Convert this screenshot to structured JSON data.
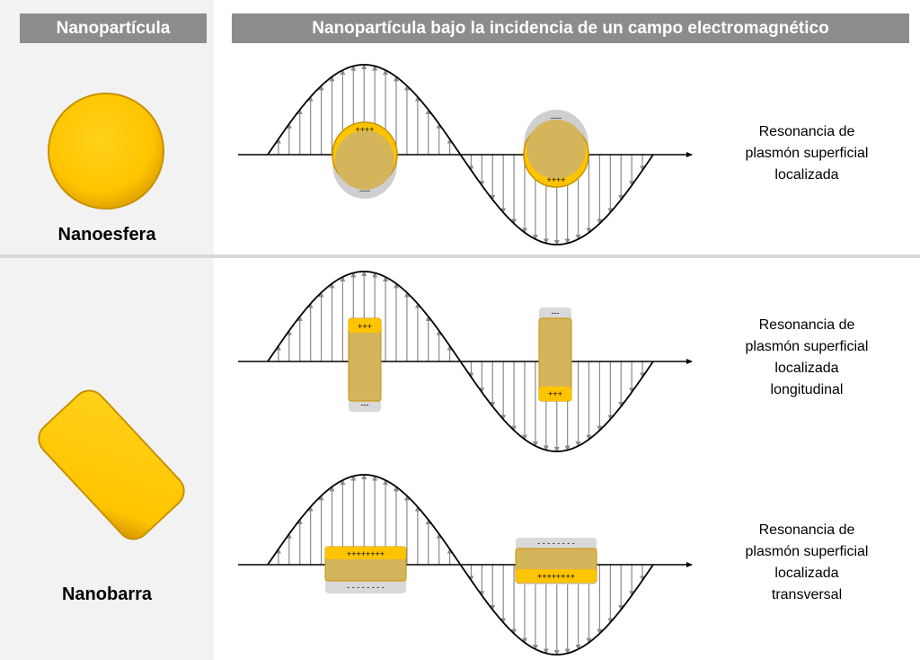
{
  "header": {
    "left": "Nanopartícula",
    "right": "Nanopartícula bajo la incidencia de un campo electromagnético"
  },
  "particles": {
    "sphere": {
      "name": "Nanoesfera"
    },
    "rod": {
      "name": "Nanobarra"
    }
  },
  "rows": [
    {
      "lines": [
        "Resonancia de",
        "plasmón superficial",
        "localizada"
      ],
      "charge_pos_1": "++++",
      "charge_neg_1": "----",
      "charge_pos_2": "++++",
      "charge_neg_2": "----"
    },
    {
      "lines": [
        "Resonancia de",
        "plasmón superficial",
        "localizada",
        "longitudinal"
      ],
      "charge_pos_1": "+++",
      "charge_neg_1": "---",
      "charge_pos_2": "+++",
      "charge_neg_2": "---"
    },
    {
      "lines": [
        "Resonancia de",
        "plasmón superficial",
        "localizada",
        "transversal"
      ],
      "charge_pos_1": "++++++++",
      "charge_neg_1": "- - - - - - - -",
      "charge_pos_2": "++++++++",
      "charge_neg_2": "- - - - - - - -"
    }
  ],
  "colors": {
    "header_bg": "#8c8c8c",
    "gold": "#ffc400",
    "gold_inner": "#d4b55c",
    "shadow": "#cfcfcf",
    "arrow": "#8a8a8a",
    "left_panel": "#f2f2f2"
  }
}
